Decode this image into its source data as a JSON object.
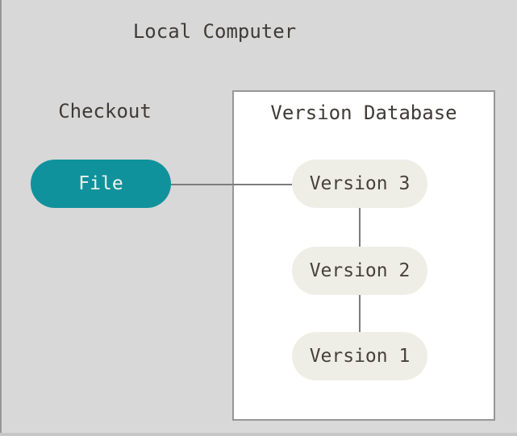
{
  "title": "Local Computer",
  "checkout_label": "Checkout",
  "file_node": {
    "label": "File"
  },
  "version_database": {
    "title": "Version Database",
    "versions": [
      "Version 3",
      "Version 2",
      "Version 1"
    ]
  },
  "colors": {
    "background": "#d8d8d8",
    "accent_teal": "#10929c",
    "node_fill": "#eeeee7",
    "node_text": "#45413b",
    "heading_text": "#3f3b37",
    "box_fill": "#ffffff",
    "box_border": "#979797",
    "connector": "#7c7c7c",
    "file_text": "#f2f3ee",
    "edge_line": "#969696",
    "bottom_strip": "#c6c6c6"
  }
}
